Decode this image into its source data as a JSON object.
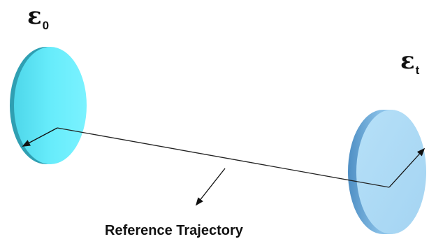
{
  "labels": {
    "epsilon_0": {
      "symbol": "ε",
      "subscript": "0"
    },
    "epsilon_t": {
      "symbol": "ε",
      "subscript": "t"
    },
    "trajectory_caption": "Reference Trajectory"
  },
  "colors": {
    "left_disk_face": "#5fe8f7",
    "left_disk_edge": "#2d9fb0",
    "right_disk_face": "#a8d8f4",
    "right_disk_edge": "#7fb5dc",
    "line": "#222222",
    "text": "#111111"
  }
}
